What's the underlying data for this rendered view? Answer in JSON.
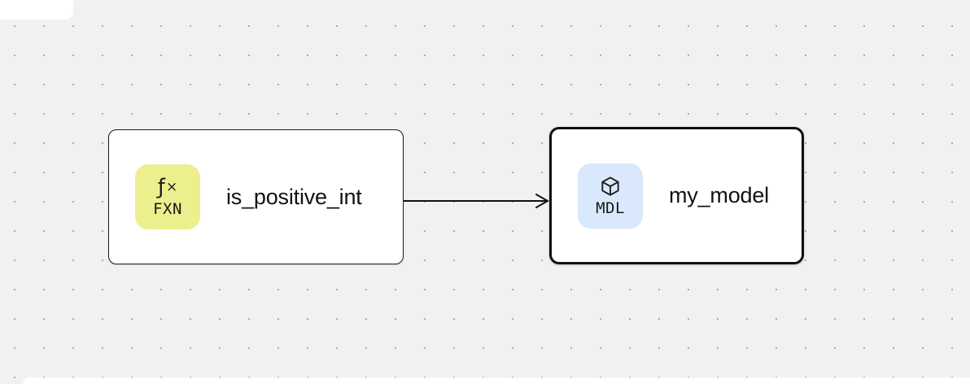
{
  "canvas": {
    "background_color": "#f1f1f2",
    "dot_color": "#ababab",
    "edge_color": "#111111"
  },
  "nodes": [
    {
      "label": "is_positive_int",
      "type": "function",
      "selected": false,
      "badge": {
        "glyph_f": "ƒ",
        "glyph_x": "×",
        "label": "FXN",
        "background": "#edef8f"
      }
    },
    {
      "label": "my_model",
      "type": "model",
      "selected": true,
      "badge": {
        "icon": "cube-icon",
        "label": "MDL",
        "background": "#d9e8fc"
      }
    }
  ],
  "edge": {
    "from": "is_positive_int",
    "to": "my_model",
    "arrowhead": "open"
  }
}
